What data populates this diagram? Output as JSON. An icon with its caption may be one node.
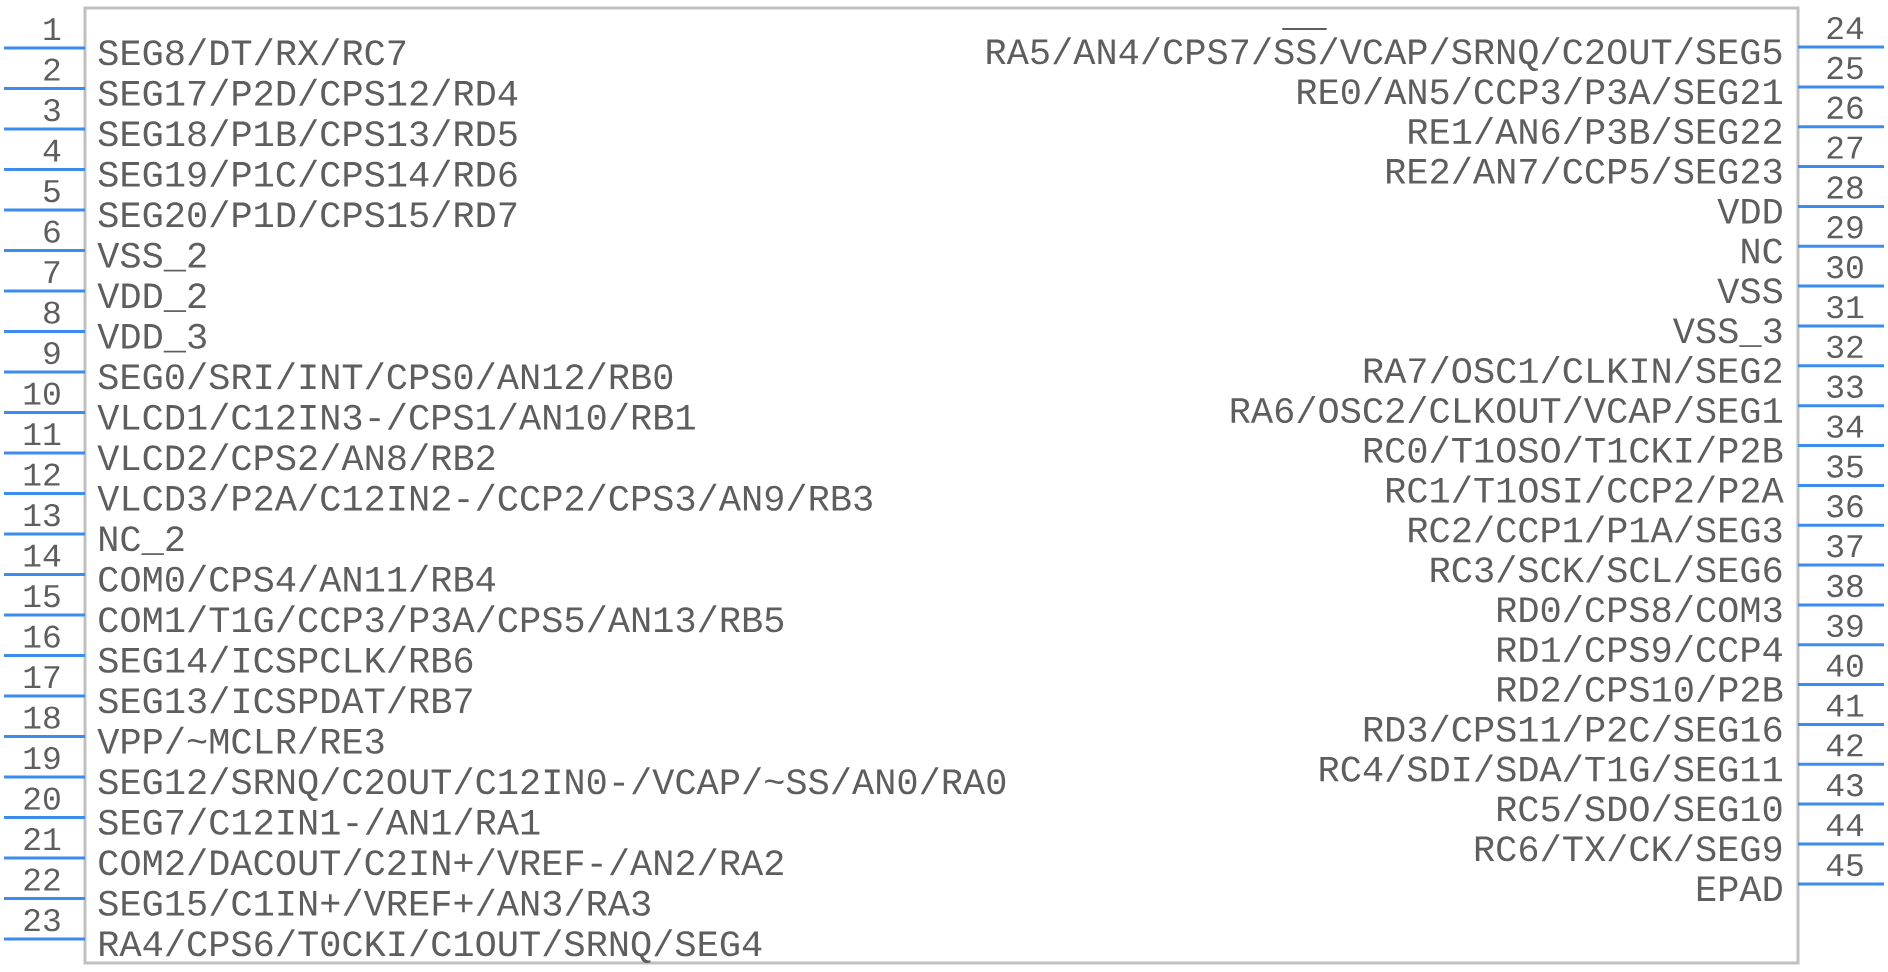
{
  "diagram": {
    "nodes": [
      {
        "text": [],
        "shape": "box"
      },
      {
        "text": [
          "SEG8/DT/RX/RC7"
        ],
        "beside": [
          "1"
        ]
      },
      {
        "text": [
          "SEG17/P2D/CPS12/RD4"
        ],
        "beside": [
          "2"
        ]
      },
      {
        "text": [
          "SEG18/P1B/CPS13/RD5"
        ],
        "beside": [
          "3"
        ]
      },
      {
        "text": [
          "SEG19/P1C/CPS14/RD6"
        ],
        "beside": [
          "4"
        ]
      },
      {
        "text": [
          "SEG20/P1D/CPS15/RD7"
        ],
        "beside": [
          "5"
        ]
      },
      {
        "text": [
          "VSS_2"
        ],
        "beside": [
          "6"
        ]
      },
      {
        "text": [
          "VDD_2"
        ],
        "beside": [
          "7"
        ]
      },
      {
        "text": [
          "VDD_3"
        ],
        "beside": [
          "8"
        ]
      },
      {
        "text": [
          "SEG0/SRI/INT/CPS0/AN12/RB0"
        ],
        "beside": [
          "9"
        ]
      },
      {
        "text": [
          "VLCD1/C12IN3-/CPS1/AN10/RB1"
        ],
        "beside": [
          "10"
        ]
      },
      {
        "text": [
          "VLCD2/CPS2/AN8/RB2"
        ],
        "beside": [
          "11"
        ]
      },
      {
        "text": [
          "VLCD3/P2A/C12IN2-/CCP2/CPS3/AN9/RB3"
        ],
        "beside": [
          "12"
        ]
      },
      {
        "text": [
          "NC_2"
        ],
        "beside": [
          "13"
        ]
      },
      {
        "text": [
          "COM0/CPS4/AN11/RB4"
        ],
        "beside": [
          "14"
        ]
      },
      {
        "text": [
          "COM1/T1G/CCP3/P3A/CPS5/AN13/RB5"
        ],
        "beside": [
          "15"
        ]
      },
      {
        "text": [
          "SEG14/ICSPCLK/RB6"
        ],
        "beside": [
          "16"
        ]
      },
      {
        "text": [
          "SEG13/ICSPDAT/RB7"
        ],
        "beside": [
          "17"
        ]
      },
      {
        "text": [
          "VPP/~MCLR/RE3"
        ],
        "beside": [
          "18"
        ]
      },
      {
        "text": [
          "SEG12/SRNQ/C2OUT/C12IN0-/VCAP/~SS/AN0/RA0"
        ],
        "beside": [
          "19"
        ]
      },
      {
        "text": [
          "SEG7/C12IN1-/AN1/RA1"
        ],
        "beside": [
          "20"
        ]
      },
      {
        "text": [
          "COM2/DACOUT/C2IN+/VREF-/AN2/RA2"
        ],
        "beside": [
          "21"
        ]
      },
      {
        "text": [
          "SEG15/C1IN+/VREF+/AN3/RA3"
        ],
        "beside": [
          "22"
        ]
      },
      {
        "text": [
          "RA4/CPS6/T0CKI/C1OUT/SRNQ/SEG4"
        ],
        "beside": [
          "23"
        ]
      },
      {
        "text": [
          "RA5/AN4/CPS7/SS/VCAP/SRNQ/C2OUT/SEG5"
        ],
        "beside": [
          "24"
        ]
      },
      {
        "text": [
          "RE0/AN5/CCP3/P3A/SEG21"
        ],
        "beside": [
          "25"
        ]
      },
      {
        "text": [
          "RE1/AN6/P3B/SEG22"
        ],
        "beside": [
          "26"
        ]
      },
      {
        "text": [
          "RE2/AN7/CCP5/SEG23"
        ],
        "beside": [
          "27"
        ]
      },
      {
        "text": [
          "VDD"
        ],
        "beside": [
          "28"
        ]
      },
      {
        "text": [
          "NC"
        ],
        "beside": [
          "29"
        ]
      },
      {
        "text": [
          "VSS"
        ],
        "beside": [
          "30"
        ]
      },
      {
        "text": [
          "VSS_3"
        ],
        "beside": [
          "31"
        ]
      },
      {
        "text": [
          "RA7/OSC1/CLKIN/SEG2"
        ],
        "beside": [
          "32"
        ]
      },
      {
        "text": [
          "RA6/OSC2/CLKOUT/VCAP/SEG1"
        ],
        "beside": [
          "33"
        ]
      },
      {
        "text": [
          "RC0/T1OSO/T1CKI/P2B"
        ],
        "beside": [
          "34"
        ]
      },
      {
        "text": [
          "RC1/T1OSI/CCP2/P2A"
        ],
        "beside": [
          "35"
        ]
      },
      {
        "text": [
          "RC2/CCP1/P1A/SEG3"
        ],
        "beside": [
          "36"
        ]
      },
      {
        "text": [
          "RC3/SCK/SCL/SEG6"
        ],
        "beside": [
          "37"
        ]
      },
      {
        "text": [
          "RD0/CPS8/COM3"
        ],
        "beside": [
          "38"
        ]
      },
      {
        "text": [
          "RD1/CPS9/CCP4"
        ],
        "beside": [
          "39"
        ]
      },
      {
        "text": [
          "RD2/CPS10/P2B"
        ],
        "beside": [
          "40"
        ]
      },
      {
        "text": [
          "RD3/CPS11/P2C/SEG16"
        ],
        "beside": [
          "41"
        ]
      },
      {
        "text": [
          "RC4/SDI/SDA/T1G/SEG11"
        ],
        "beside": [
          "42"
        ]
      },
      {
        "text": [
          "RC5/SDO/SEG10"
        ],
        "beside": [
          "43"
        ]
      },
      {
        "text": [
          "RC6/TX/CK/SEG9"
        ],
        "beside": [
          "44"
        ]
      },
      {
        "text": [
          "EPAD"
        ],
        "beside": [
          "45"
        ]
      }
    ]
  }
}
